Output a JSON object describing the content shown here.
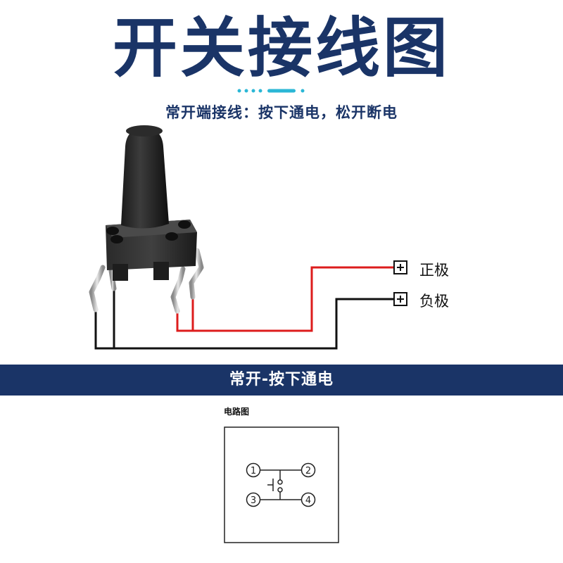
{
  "title": "开关接线图",
  "subtitle": "常开端接线：按下通电，松开断电",
  "wiring": {
    "positive_label": "正极",
    "negative_label": "负极",
    "wire_colors": {
      "positive": "#dd1c1c",
      "negative": "#111111"
    }
  },
  "banner": "常开-按下通电",
  "circuit": {
    "label": "电路图",
    "pins": [
      "1",
      "2",
      "3",
      "4"
    ]
  },
  "colors": {
    "brand": "#1a3467",
    "accent": "#2bb7d6"
  }
}
